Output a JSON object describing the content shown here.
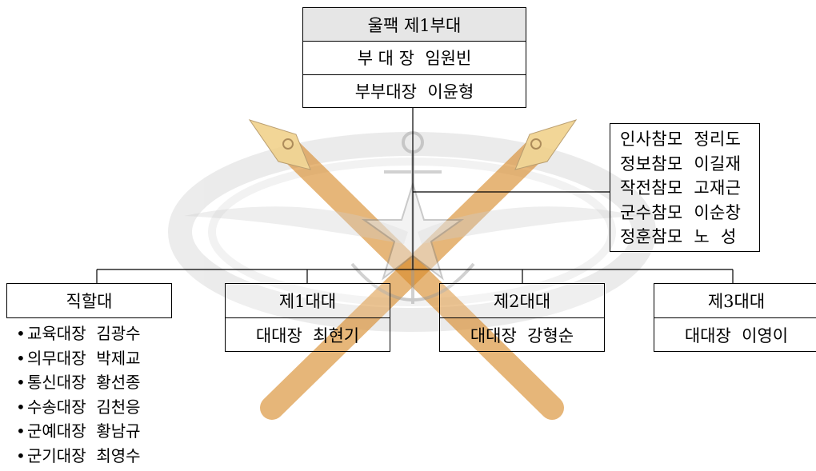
{
  "headquarters": {
    "title": "울팩 제1부대",
    "commander": "부 대 장  임원빈",
    "deputy": "부부대장  이윤형"
  },
  "staff_officers": [
    "인사참모  정리도",
    "정보참모  이길재",
    "작전참모  고재근",
    "군수참모  이순창",
    "정훈참모  노  성"
  ],
  "direct_unit": {
    "title": "직할대",
    "leaders": [
      "교육대장  김광수",
      "의무대장  박제교",
      "통신대장  황선종",
      "수송대장  김천응",
      "군예대장  황남규",
      "군기대장  최영수"
    ]
  },
  "battalions": [
    {
      "title": "제1대대",
      "leader": "대대장  최현기"
    },
    {
      "title": "제2대대",
      "leader": "대대장  강형순"
    },
    {
      "title": "제3대대",
      "leader": "대대장  이영이"
    }
  ],
  "colors": {
    "pen_orange": "#d98c2e",
    "pen_nib": "#f0cf86",
    "watermark_gray": "#d6d6d6",
    "header_fill": "#e6e6e6"
  }
}
